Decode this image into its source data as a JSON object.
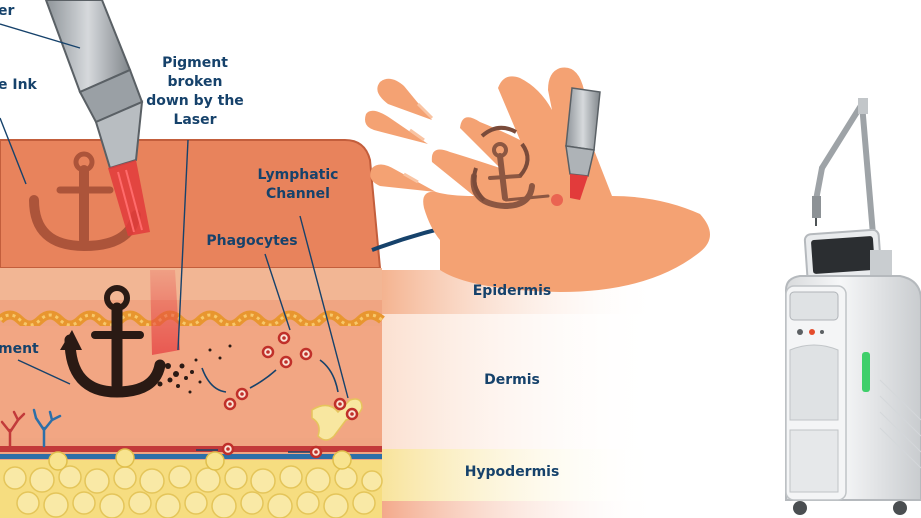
{
  "labels": {
    "laser": "er",
    "ink": "e Ink",
    "pigment_broken": [
      "Pigment",
      "broken",
      "down by the",
      "Laser"
    ],
    "lymphatic": [
      "Lymphatic",
      "Channel"
    ],
    "phagocytes": "Phagocytes",
    "pigment": "ment"
  },
  "layers": {
    "epidermis": "Epidermis",
    "dermis": "Dermis",
    "hypodermis": "Hypodermis"
  },
  "colors": {
    "label_text": "#16426b",
    "epidermis": "#f2a47a",
    "dermis": "#f7cdb3",
    "hypodermis": "#f7e08a",
    "machine_accent": "#3ecf6a"
  }
}
